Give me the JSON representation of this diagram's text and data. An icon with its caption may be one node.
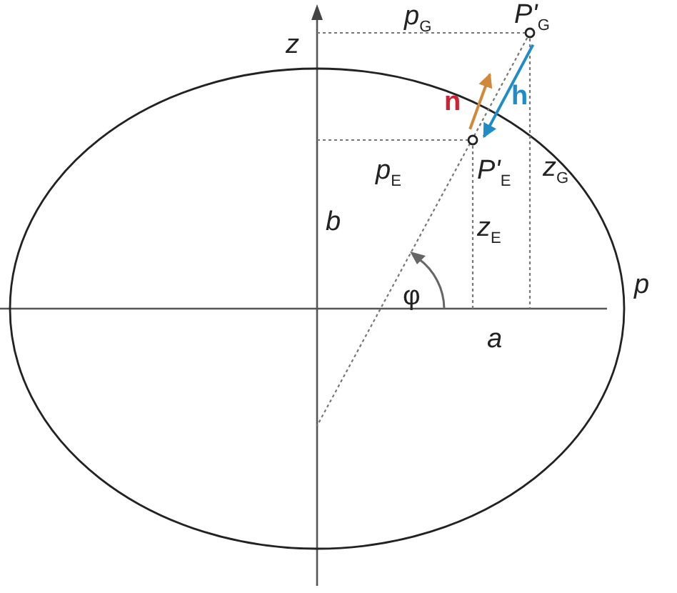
{
  "diagram": {
    "nodes": [
      {
        "text": [],
        "shape": "circle",
        "beside": [
          "*P'*$_{G}$"
        ]
      },
      {
        "text": [],
        "shape": "circle",
        "beside": [
          "*P'*$_{E}$"
        ]
      }
    ],
    "edges": [
      {
        "from": 0,
        "to": 1,
        "arrow": "to",
        "label": "h",
        "color": "#1e8cc8"
      },
      {
        "from": 1,
        "to": null,
        "arrow": "to",
        "label": "n",
        "color": "#d0893a"
      }
    ],
    "labels": [
      "z",
      "*p*$_{G}$",
      "*p*$_{E}$",
      "*z*$_{G}$",
      "*b*",
      "*z*$_{E}$",
      "φ",
      "*p*",
      "*a*"
    ]
  }
}
